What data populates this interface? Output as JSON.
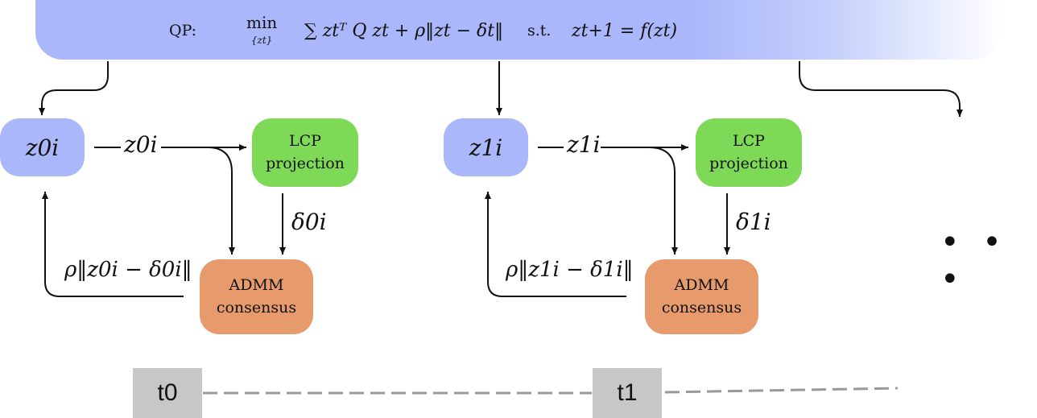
{
  "qp": {
    "label": "QP:",
    "min": "min",
    "min_subscript": "{zt}",
    "objective": "∑ ztᵀ Q zt + ρ‖zt − δt‖",
    "st": "s.t.",
    "constraint": "zt+1 = f(zt)"
  },
  "steps": [
    {
      "z_node": "z0i",
      "z_edge_label": "z0i",
      "lcp_label_1": "LCP",
      "lcp_label_2": "projection",
      "delta_label": "δ0i",
      "admm_label_1": "ADMM",
      "admm_label_2": "consensus",
      "feedback_label": "ρ‖z0i − δ0i‖",
      "time_label": "t0"
    },
    {
      "z_node": "z1i",
      "z_edge_label": "z1i",
      "lcp_label_1": "LCP",
      "lcp_label_2": "projection",
      "delta_label": "δ1i",
      "admm_label_1": "ADMM",
      "admm_label_2": "consensus",
      "feedback_label": "ρ‖z1i − δ1i‖",
      "time_label": "t1"
    }
  ],
  "ellipsis": "• • •",
  "colors": {
    "qp_banner": "#aab8fb",
    "z_node": "#aab8fb",
    "lcp_node": "#7ed957",
    "admm_node": "#e79a6b",
    "time_box": "#c7c7c7",
    "timeline": "#999999"
  }
}
